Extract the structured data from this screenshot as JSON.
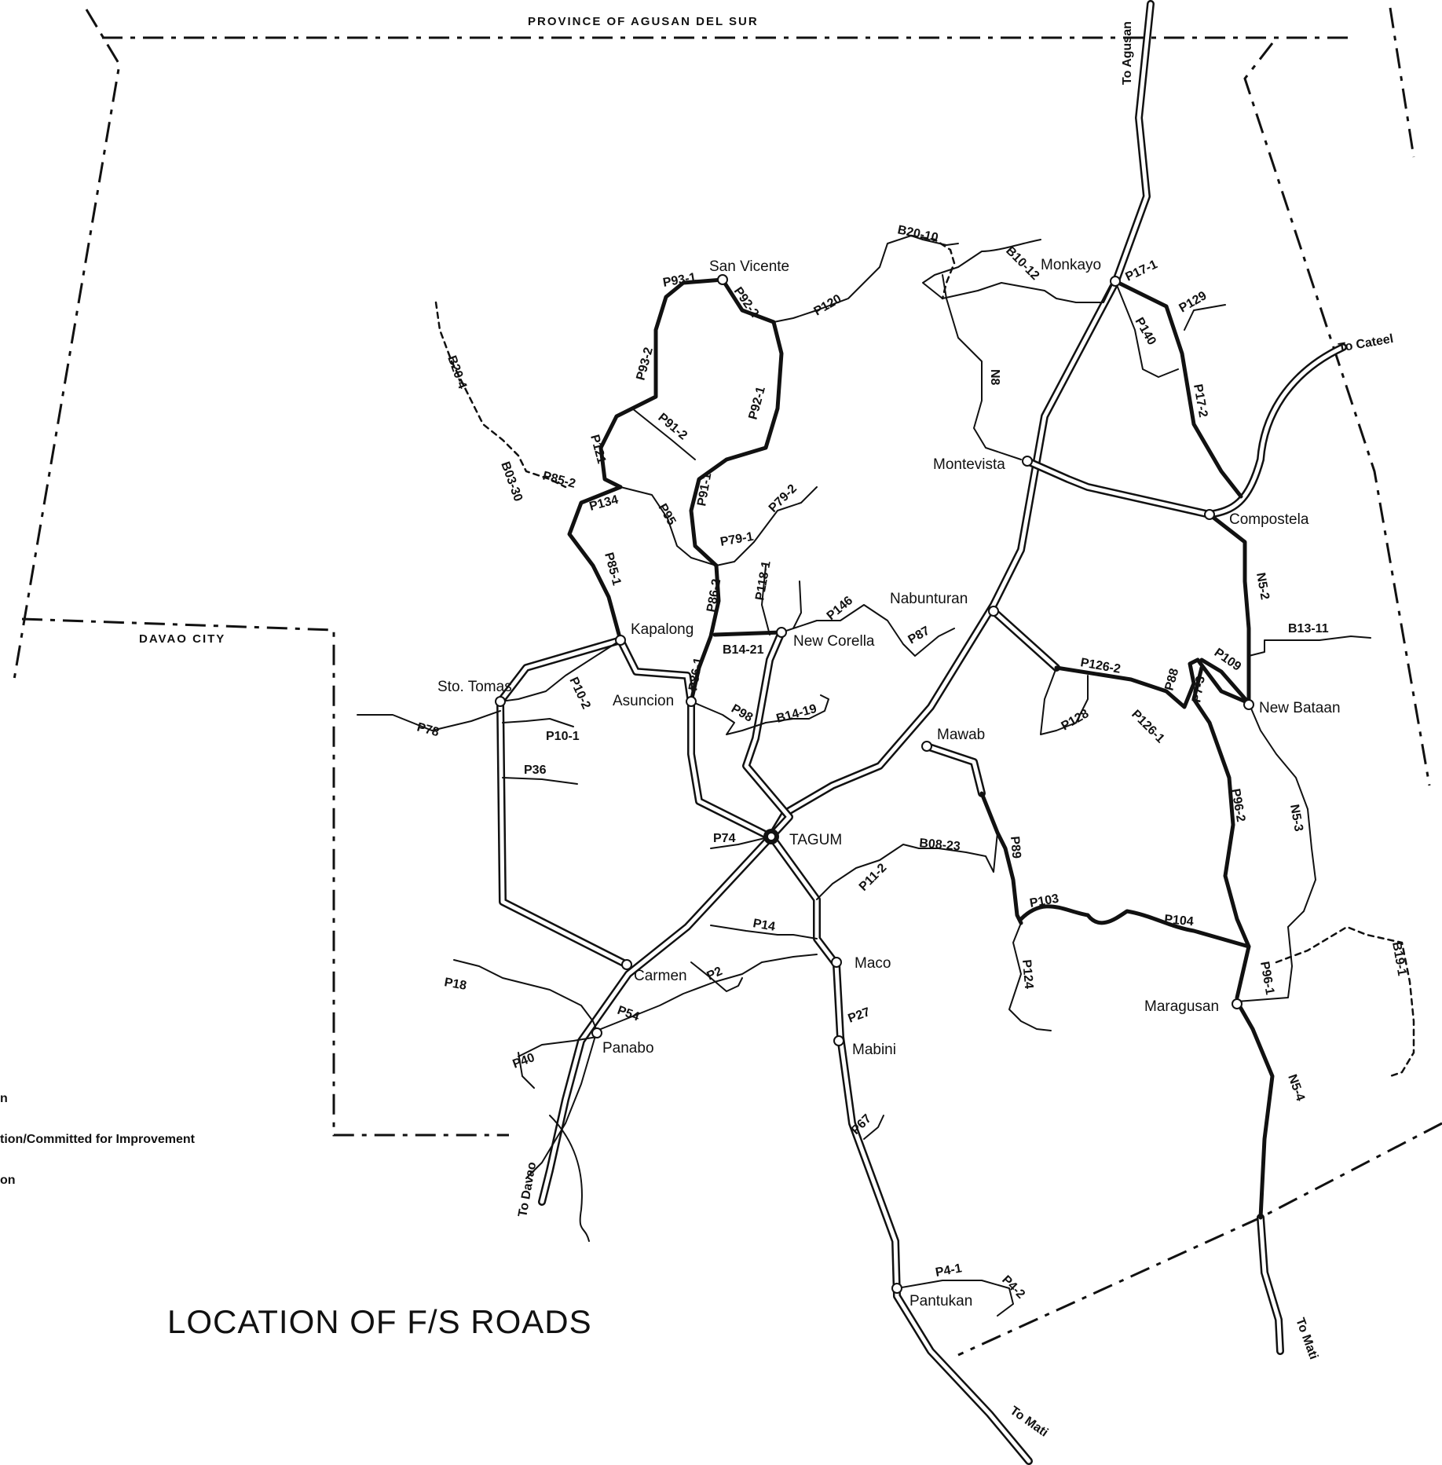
{
  "map": {
    "title": "LOCATION OF F/S ROADS",
    "province_label": "PROVINCE OF AGUSAN DEL SUR",
    "city_label": "DAVAO CITY",
    "legend_fragments": [
      "n",
      "tion/Committed for Improvement",
      "on"
    ],
    "towns": {
      "san_vicente": "San Vicente",
      "monkayo": "Monkayo",
      "montevista": "Montevista",
      "compostela": "Compostela",
      "nabunturan": "Nabunturan",
      "new_corella": "New Corella",
      "kapalong": "Kapalong",
      "sto_tomas": "Sto. Tomas",
      "asuncion": "Asuncion",
      "new_bataan": "New Bataan",
      "mawab": "Mawab",
      "tagum": "TAGUM",
      "carmen": "Carmen",
      "maco": "Maco",
      "panabo": "Panabo",
      "mabini": "Mabini",
      "maragusan": "Maragusan",
      "pantukan": "Pantukan"
    },
    "directions": {
      "to_agusan": "To Agusan",
      "to_cateel": "To Cateel",
      "to_davao": "To Davao",
      "to_mati_south": "To Mati",
      "to_mati_east": "To Mati"
    },
    "road_codes": {
      "b20_10": "B20-10",
      "b10_12": "B10-12",
      "p17_1": "P17-1",
      "p129": "P129",
      "p140": "P140",
      "p17_2": "P17-2",
      "n8": "N8",
      "p93_1": "P93-1",
      "p92_2": "P92-2",
      "p120": "P120",
      "p93_2": "P93-2",
      "p92_1": "P92-1",
      "p91_2": "P91-2",
      "b20_4": "B20-4",
      "p121": "P121",
      "b03_30": "B03-30",
      "p85_2": "P85-2",
      "p134": "P134",
      "p95": "P95",
      "p91_1": "P91-1",
      "p79_2": "P79-2",
      "p79_1": "P79-1",
      "p118_1": "P118-1",
      "p85_1": "P85-1",
      "p86_2": "P86-2",
      "p146": "P146",
      "p87": "P87",
      "p86_1": "P86-1",
      "b14_21": "B14-21",
      "p10_2": "P10-2",
      "p10_1": "P10-1",
      "p78": "P78",
      "p98": "P98",
      "b14_19": "B14-19",
      "p36": "P36",
      "n5_2": "N5-2",
      "b13_11": "B13-11",
      "p109": "P109",
      "p126_2": "P126-2",
      "p88": "P88",
      "p7_3": "P7-3",
      "p128": "P128",
      "p126_1": "P126-1",
      "p96_2": "P96-2",
      "n5_3": "N5-3",
      "p74": "P74",
      "b08_23": "B08-23",
      "p89": "P89",
      "p11_2": "P11-2",
      "p103": "P103",
      "p104": "P104",
      "p14": "P14",
      "b19_1": "B19-1",
      "p96_1": "P96-1",
      "p2": "P2",
      "p18": "P18",
      "p54": "P54",
      "p40": "P40",
      "p27": "P27",
      "p124": "P124",
      "n5_4": "N5-4",
      "p67": "P67",
      "p4_1": "P4-1",
      "p4_2": "P4-2"
    }
  }
}
